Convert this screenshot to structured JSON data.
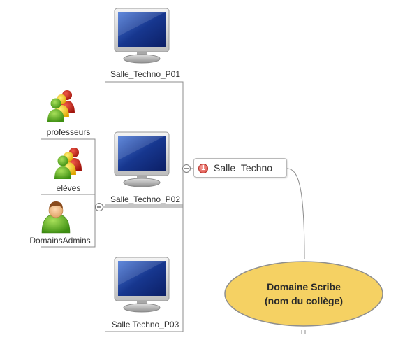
{
  "root": {
    "line1": "Domaine Scribe",
    "line2": "(nom du collège)",
    "fill_color": "#f5d163"
  },
  "main_node": {
    "label": "Salle_Techno",
    "priority_badge": "1",
    "badge_color": "#e04a3f"
  },
  "computers": [
    {
      "label": "Salle_Techno_P01",
      "icon": "monitor-icon"
    },
    {
      "label": "Salle_Techno_P02",
      "icon": "monitor-icon"
    },
    {
      "label": "Salle Techno_P03",
      "icon": "monitor-icon"
    }
  ],
  "groups": [
    {
      "label": "professeurs",
      "icon": "users-group-icon"
    },
    {
      "label": "elèves",
      "icon": "users-group-icon"
    },
    {
      "label": "DomainsAdmins",
      "icon": "user-icon"
    }
  ],
  "collapse_symbol": "−"
}
